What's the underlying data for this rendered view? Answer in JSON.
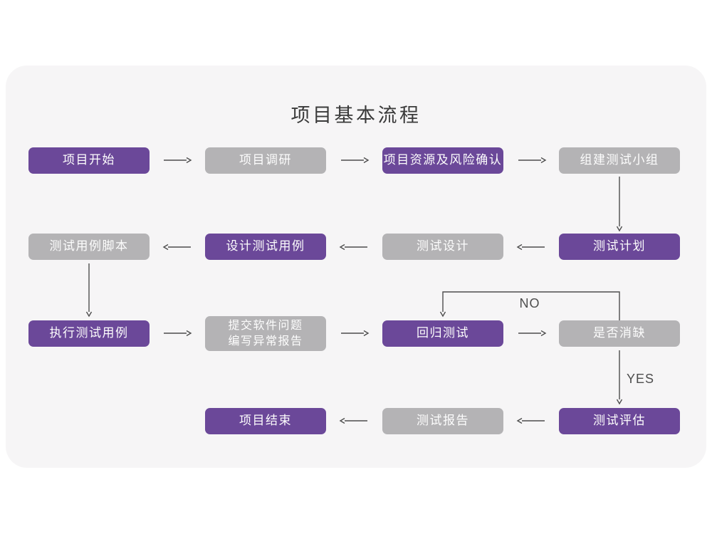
{
  "title": "项目基本流程",
  "colors": {
    "node_purple": "#6b4899",
    "node_gray": "#b4b3b5",
    "card_background": "#f6f5f6",
    "page_background": "#ffffff",
    "arrow": "#4d4d4d",
    "title_text": "#3a3a3a",
    "node_text": "#fdfdfd"
  },
  "nodes": [
    {
      "id": "project-start",
      "label": "项目开始",
      "variant": "purple"
    },
    {
      "id": "project-research",
      "label": "项目调研",
      "variant": "gray"
    },
    {
      "id": "project-resources-risk-confirm",
      "label": "项目资源及风险确认",
      "variant": "purple"
    },
    {
      "id": "build-test-team",
      "label": "组建测试小组",
      "variant": "gray"
    },
    {
      "id": "test-plan",
      "label": "测试计划",
      "variant": "purple"
    },
    {
      "id": "test-design",
      "label": "测试设计",
      "variant": "gray"
    },
    {
      "id": "design-test-cases",
      "label": "设计测试用例",
      "variant": "purple"
    },
    {
      "id": "test-case-script",
      "label": "测试用例脚本",
      "variant": "gray"
    },
    {
      "id": "execute-test-cases",
      "label": "执行测试用例",
      "variant": "purple"
    },
    {
      "id": "submit-issue-write-report",
      "label": "提交软件问题\n编写异常报告",
      "variant": "gray"
    },
    {
      "id": "regression-test",
      "label": "回归测试",
      "variant": "purple"
    },
    {
      "id": "defect-resolved",
      "label": "是否消缺",
      "variant": "gray"
    },
    {
      "id": "test-evaluation",
      "label": "测试评估",
      "variant": "purple"
    },
    {
      "id": "test-report",
      "label": "测试报告",
      "variant": "gray"
    },
    {
      "id": "project-end",
      "label": "项目结束",
      "variant": "purple"
    }
  ],
  "edge_labels": {
    "no": "NO",
    "yes": "YES"
  }
}
